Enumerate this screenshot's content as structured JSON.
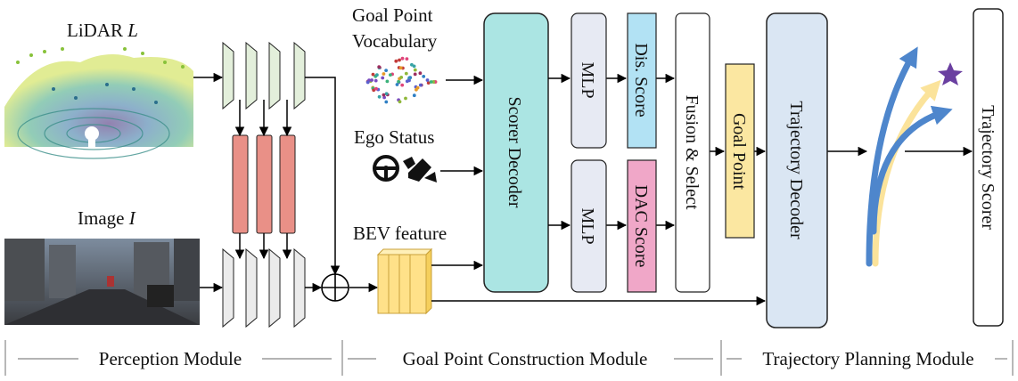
{
  "inputs": {
    "lidar": {
      "label_main": "LiDAR ",
      "label_var": "L"
    },
    "image": {
      "label_main": "Image ",
      "label_var": "I"
    }
  },
  "goal_point_vocab": {
    "line1": "Goal Point",
    "line2": "Vocabulary"
  },
  "ego_status": {
    "label": "Ego Status"
  },
  "bev_feature": {
    "label": "BEV feature"
  },
  "scorer_decoder": {
    "label": "Scorer Decoder"
  },
  "mlp_top": {
    "label": "MLP"
  },
  "mlp_bottom": {
    "label": "MLP"
  },
  "dis_score": {
    "label": "Dis. Score"
  },
  "dac_score": {
    "label": "DAC Score"
  },
  "fusion_select": {
    "label": "Fusion & Select"
  },
  "goal_point": {
    "label": "Goal Point"
  },
  "trajectory_decoder": {
    "label": "Trajectory Decoder"
  },
  "trajectory_scorer": {
    "label": "Trajectory Scorer"
  },
  "modules": {
    "perception": "Perception Module",
    "goal_point_construction": "Goal Point Construction Module",
    "trajectory_planning": "Trajectory Planning Module"
  },
  "colors": {
    "scorer_decoder": "#abe5e3",
    "mlp": "#e7eaf3",
    "dis_score": "#b2e2f4",
    "dac_score": "#f0a7c8",
    "goal_point": "#fbe7a1",
    "trajectory_decoder": "#dae6f3",
    "encoder_green": "#e3efdb",
    "encoder_gray": "#ebebeb",
    "fusion_red": "#e99087",
    "bev_yellow": "#ffe189",
    "traj_blue": "#4e86cc",
    "traj_yellow": "#fbe39b",
    "star": "#6a3fa0"
  }
}
